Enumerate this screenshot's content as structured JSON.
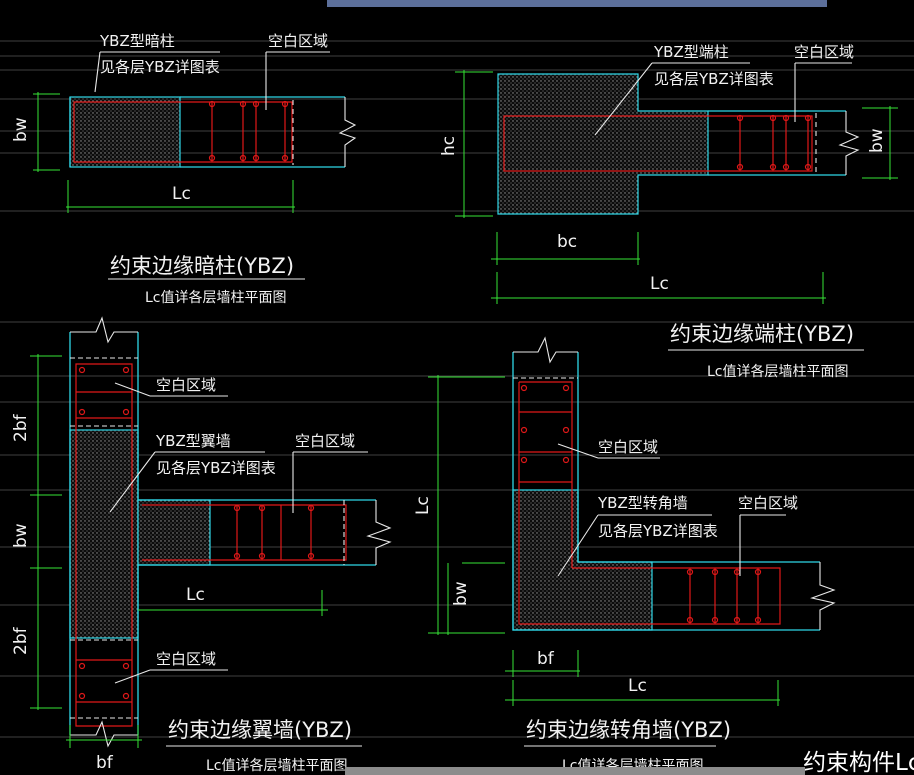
{
  "diagrams": {
    "dark_column": {
      "title": "约束边缘暗柱(YBZ)",
      "subtitle": "Lc值详各层墙柱平面图",
      "column_label_1": "YBZ型暗柱",
      "column_label_2": "见各层YBZ详图表",
      "blank_label": "空白区域",
      "dim_bw": "bw",
      "dim_lc": "Lc"
    },
    "end_column": {
      "title": "约束边缘端柱(YBZ)",
      "subtitle": "Lc值详各层墙柱平面图",
      "column_label_1": "YBZ型端柱",
      "column_label_2": "见各层YBZ详图表",
      "blank_label": "空白区域",
      "dim_hc": "hc",
      "dim_bw": "bw",
      "dim_bc": "bc",
      "dim_lc": "Lc"
    },
    "flange_wall": {
      "title": "约束边缘翼墙(YBZ)",
      "subtitle": "Lc值详各层墙柱平面图",
      "column_label_1": "YBZ型翼墙",
      "column_label_2": "见各层YBZ详图表",
      "blank_label_top": "空白区域",
      "blank_label_right": "空白区域",
      "blank_label_bottom": "空白区域",
      "dim_2bf_top": "2bf",
      "dim_bw": "bw",
      "dim_2bf_bottom": "2bf",
      "dim_lc": "Lc",
      "dim_bf": "bf"
    },
    "corner_wall": {
      "title": "约束边缘转角墙(YBZ)",
      "subtitle": "Lc值详各层墙柱平面图",
      "column_label_1": "YBZ型转角墙",
      "column_label_2": "见各层YBZ详图表",
      "blank_label_top": "空白区域",
      "blank_label_right": "空白区域",
      "dim_lc_vertical": "Lc",
      "dim_bw": "bw",
      "dim_bf": "bf",
      "dim_lc": "Lc"
    },
    "cut_off_title": "约束构件Lc"
  },
  "colors": {
    "background": "#000000",
    "outline": "#2fd6e6",
    "rebar": "#e01818",
    "dimension": "#36e336",
    "text": "#f2f2f2",
    "top_bar": "#5c6f9a",
    "bottom_bar": "#8c8c8c"
  }
}
